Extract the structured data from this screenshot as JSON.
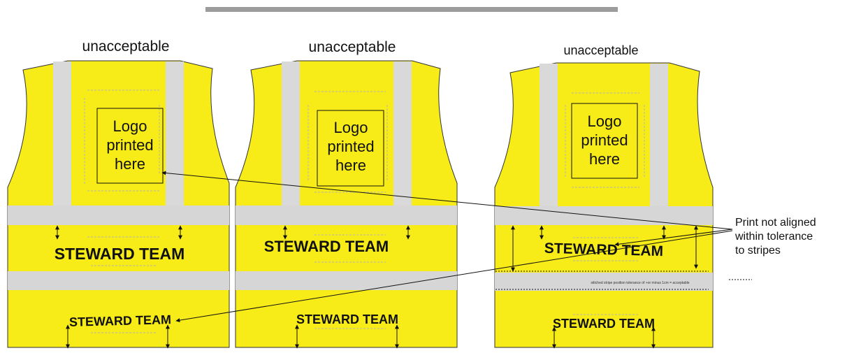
{
  "vests": [
    {
      "title": "unacceptable",
      "logo_lines": [
        "Logo",
        "printed",
        "here"
      ],
      "chest_print": "STEWARD TEAM",
      "bottom_print": "STEWARD TEAM"
    },
    {
      "title": "unacceptable",
      "logo_lines": [
        "Logo",
        "printed",
        "here"
      ],
      "chest_print": "STEWARD TEAM",
      "bottom_print": "STEWARD TEAM"
    },
    {
      "title": "unacceptable",
      "logo_lines": [
        "Logo",
        "printed",
        "here"
      ],
      "chest_print": "STEWARD TEAM",
      "bottom_print": "STEWARD TEAM",
      "tolerance_note": "stitched stripe position tolerance of +or minus 1cm = acceptable"
    }
  ],
  "callout": {
    "lines": [
      "Print not aligned",
      "within tolerance",
      "to stripes"
    ]
  },
  "colors": {
    "vest_yellow": "#f7ec17",
    "reflective_stripe": "#d7d7d7",
    "outline": "#333333",
    "top_bar": "#9c9c9c"
  }
}
